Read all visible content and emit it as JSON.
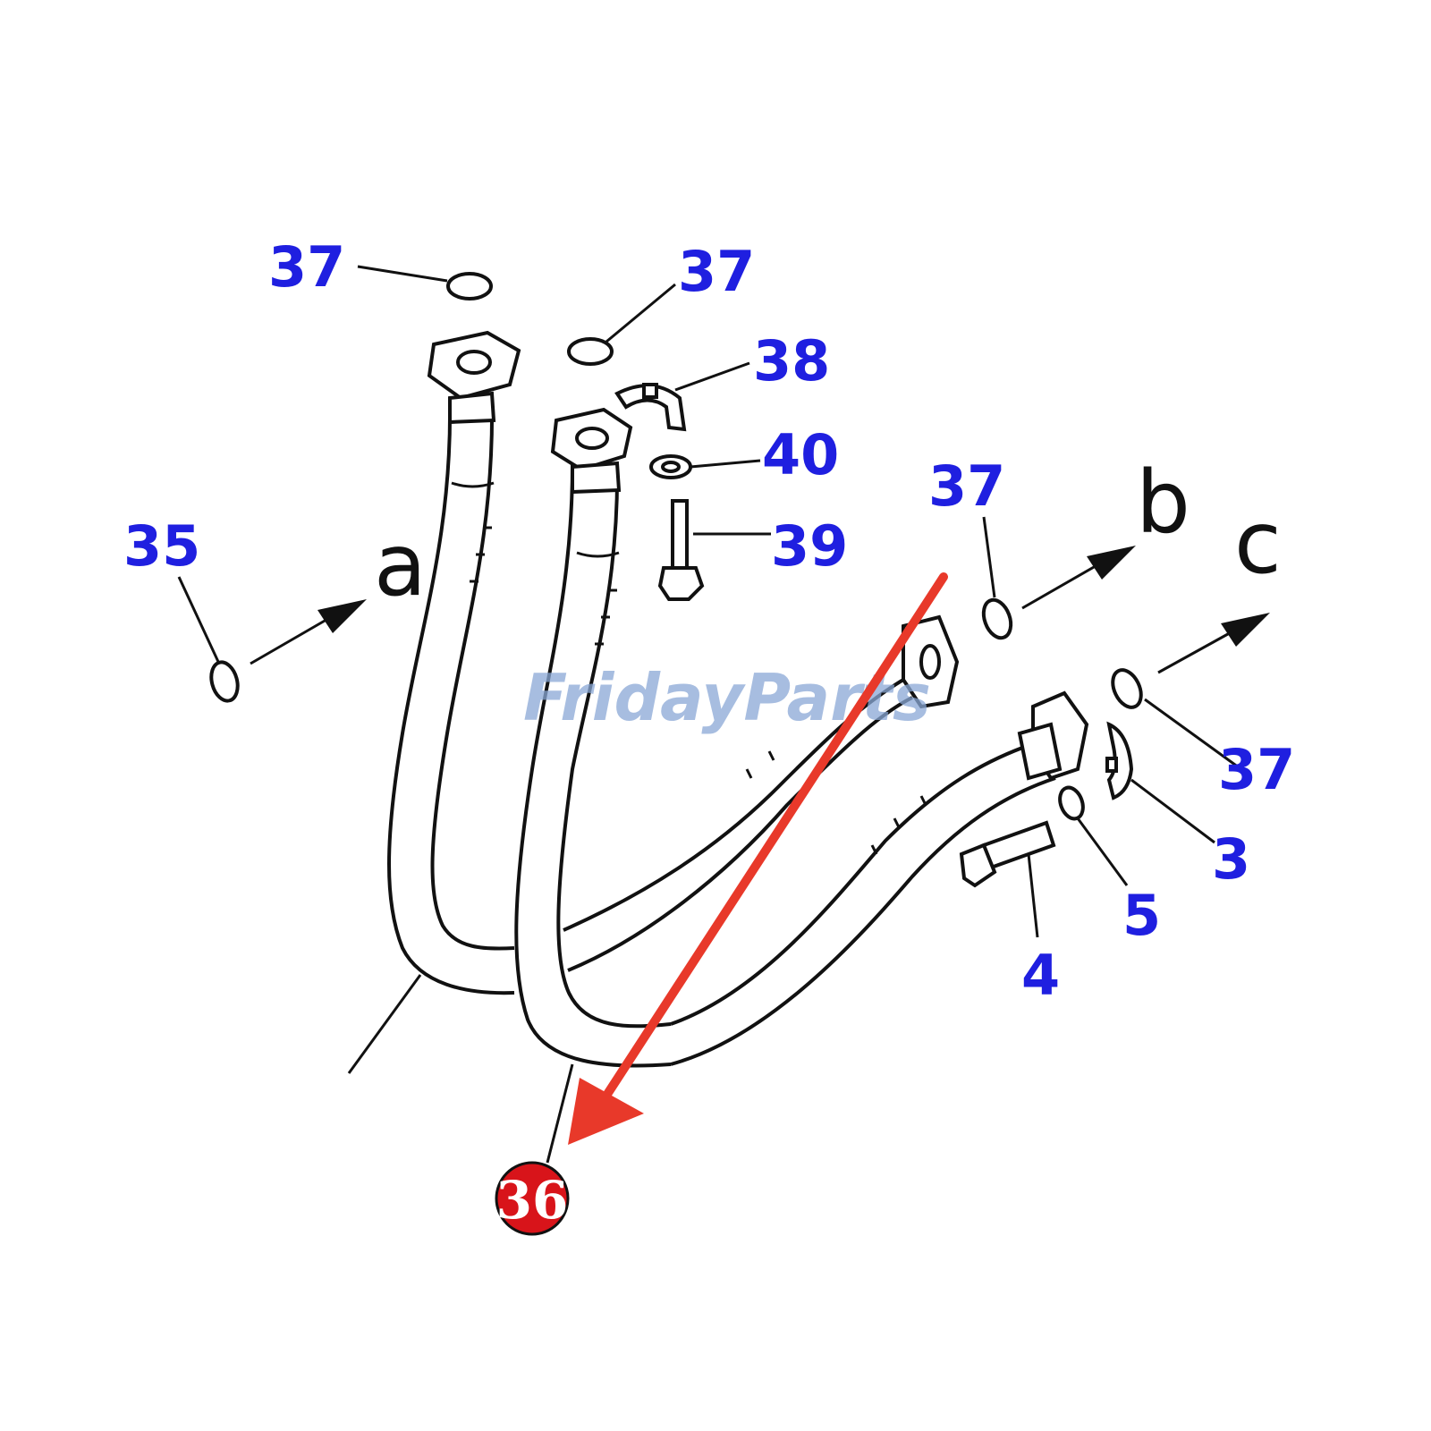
{
  "colors": {
    "callout": "#1f1fe0",
    "highlight": "#e8392a",
    "badge_fill": "#d8141a",
    "badge_text": "#ffffff",
    "watermark_blue": "#8aa8d6",
    "watermark_orange": "#f2b15c"
  },
  "callouts": {
    "c37_top_left": "37",
    "c37_top_mid": "37",
    "c38": "38",
    "c40": "40",
    "c39": "39",
    "c37_right": "37",
    "c35": "35",
    "c37_lower_right": "37",
    "c3": "3",
    "c5": "5",
    "c4": "4"
  },
  "view_letters": {
    "a": "a",
    "b": "b",
    "c": "c"
  },
  "highlighted_part": "36",
  "watermark": {
    "part1": "Friday",
    "part2": "Parts"
  }
}
